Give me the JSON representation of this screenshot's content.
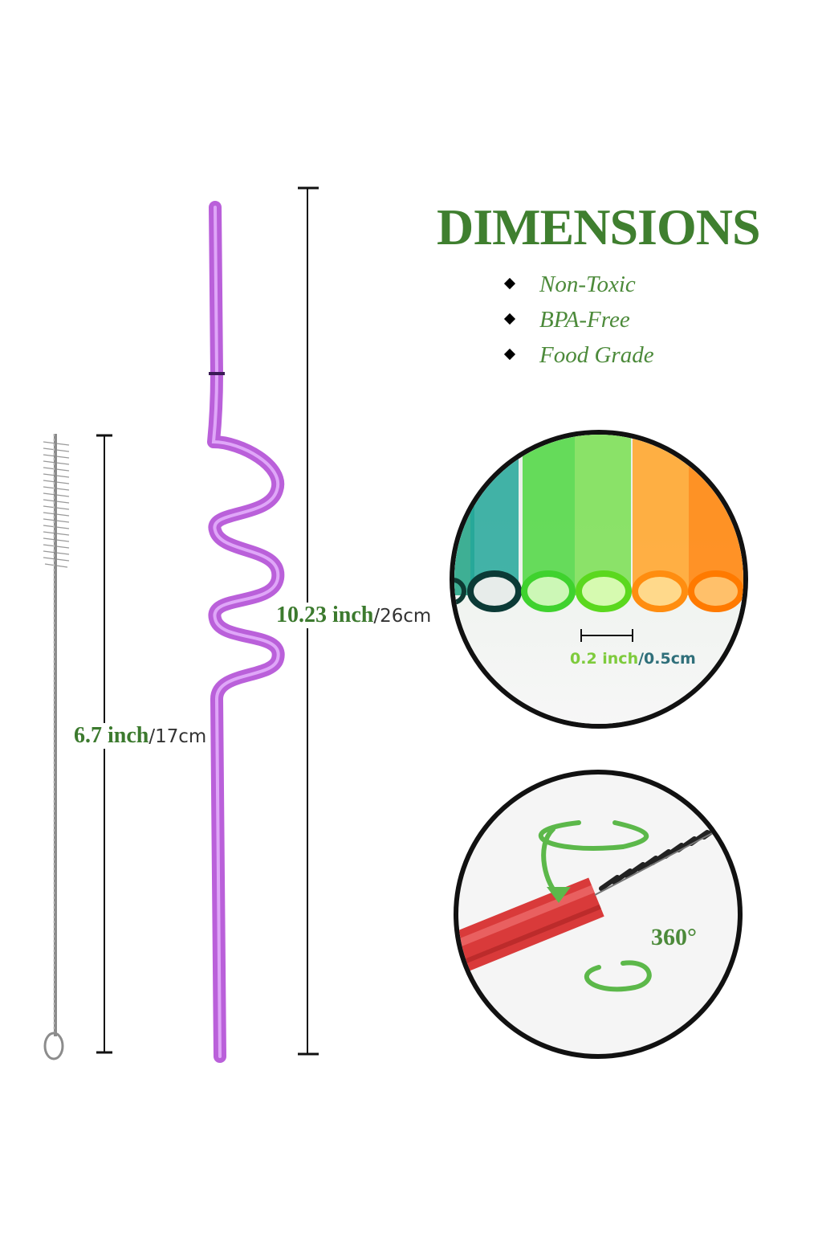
{
  "title": "DIMENSIONS",
  "features": [
    "Non-Toxic",
    "BPA-Free",
    "Food Grade"
  ],
  "straw": {
    "length_value": "10.23 inch",
    "length_unit": "/26cm",
    "color": "#b24fd6"
  },
  "brush": {
    "length_value": "6.7 inch",
    "length_unit": "/17cm"
  },
  "diameter_callout": {
    "value": "0.2 inch",
    "unit": "/0.5cm"
  },
  "rotation_callout": {
    "label": "360°"
  },
  "colors": {
    "accent_green": "#3f7f2f",
    "text_dark": "#333333",
    "straw_purple": "#b24fd6",
    "cleaning_red": "#d93a3a"
  },
  "icons": [
    "bullet-diamond-icon",
    "rotation-arrow-icon",
    "cleaning-brush-icon",
    "straw-icon"
  ]
}
